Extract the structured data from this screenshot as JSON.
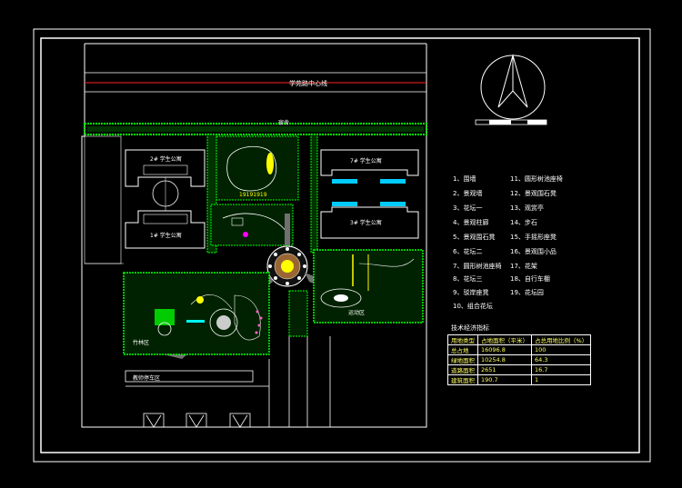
{
  "road_label": "学苑路中心线",
  "entry_label": "宿舍",
  "buildings": {
    "office_top_left": "2# 学生公寓",
    "office_mid_left": "1# 学生公寓",
    "office_top_right": "7# 学生公寓",
    "office_mid_right": "3# 学生公寓",
    "parking_label": "教师停车区",
    "east_label": "运动区",
    "grove_label": "竹林区"
  },
  "legend": [
    {
      "left": "1、围墙",
      "right": "11、圆形树池座椅"
    },
    {
      "left": "2、景观墙",
      "right": "12、景观围石凳"
    },
    {
      "left": "3、花坛一",
      "right": "13、观赏亭"
    },
    {
      "left": "4、景观柱廊",
      "right": "14、步石"
    },
    {
      "left": "5、景观围石凳",
      "right": "15、手摇形座凳"
    },
    {
      "left": "6、花坛二",
      "right": "16、景观围小品"
    },
    {
      "left": "7、圆形树池座椅",
      "right": "17、花架"
    },
    {
      "left": "8、花坛三",
      "right": "18、自行车棚"
    },
    {
      "left": "9、驳岸座凳",
      "right": "19、花坛园"
    },
    {
      "left": "10、组合花坛",
      "right": ""
    }
  ],
  "table": {
    "title": "技术经济指标",
    "headers": [
      "用地类型",
      "占地面积（平米）",
      "占总用地比例（%）"
    ],
    "rows": [
      [
        "总占地",
        "16096.8",
        "100"
      ],
      [
        "绿地面积",
        "10254.8",
        "64.3"
      ],
      [
        "道路面积",
        "2651",
        "16.7"
      ],
      [
        "建筑面积",
        "190.7",
        "1"
      ]
    ]
  },
  "colors": {
    "green": "#00ff00",
    "red": "#ff0000",
    "white": "#ffffff",
    "grey": "#808080",
    "yellow": "#ffff00",
    "cyan": "#00ffff",
    "magenta": "#ff00ff",
    "brown": "#996633"
  }
}
